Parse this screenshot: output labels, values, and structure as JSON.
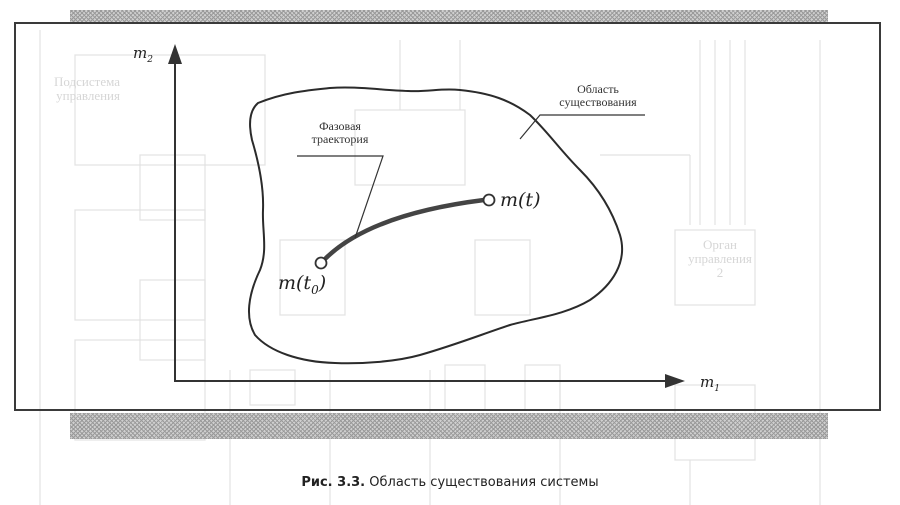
{
  "figure": {
    "caption_number": "Рис. 3.3.",
    "caption_text": " Область существования системы",
    "axes": {
      "x_label": "m",
      "x_sub": "1",
      "y_label": "m",
      "y_sub": "2"
    },
    "labels": {
      "trajectory": [
        "Фазовая",
        "траектория"
      ],
      "region": [
        "Область",
        "существования"
      ],
      "start_point": "m(t",
      "start_sub": "0",
      "start_close": ")",
      "end_point": "m(t)"
    },
    "background_ghost_text": {
      "subsystem": [
        "Подсистема",
        "управления"
      ],
      "organ": [
        "Орган",
        "управления",
        "2"
      ]
    },
    "colors": {
      "frame": "#3a3a3a",
      "curve": "#2b2b2b",
      "trajectory": "#444444",
      "hatch": "#9a9a9a",
      "ghost": "#d6d6d6"
    }
  }
}
